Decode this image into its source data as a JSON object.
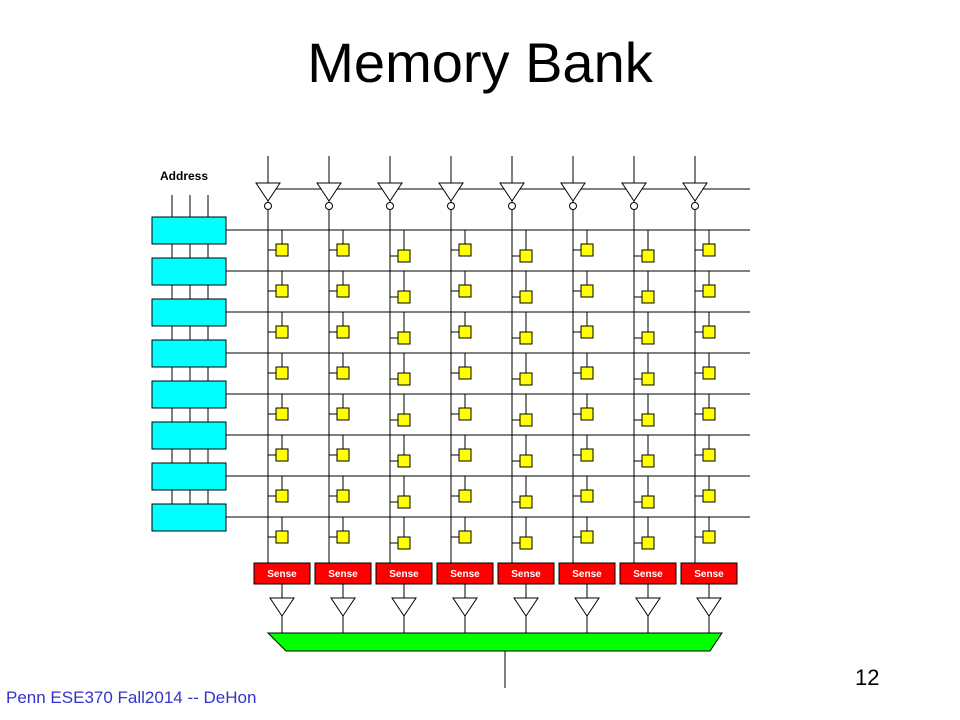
{
  "slide": {
    "title": "Memory Bank",
    "footer": "Penn ESE370 Fall2014 -- DeHon",
    "page_number": "12"
  },
  "diagram": {
    "address_label": "Address",
    "sense_label": "Sense",
    "columns": 8,
    "rows": 8,
    "colors": {
      "decoder": "#00ffff",
      "cell": "#ffff00",
      "sense_amp": "#ff0000",
      "output_bus": "#00ff00",
      "wire": "#000000"
    }
  }
}
